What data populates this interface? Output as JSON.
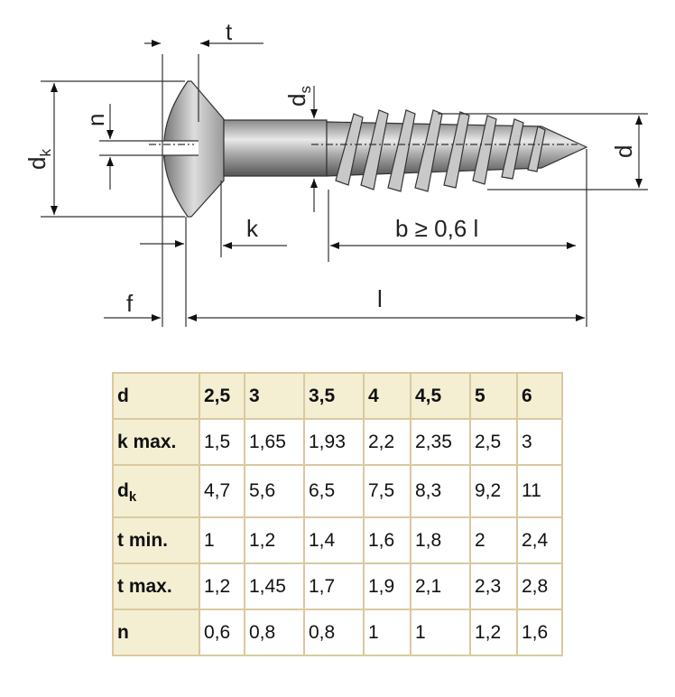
{
  "diagram": {
    "labels": {
      "t": "t",
      "ds_main": "d",
      "ds_sub": "s",
      "n": "n",
      "dk_main": "d",
      "dk_sub": "k",
      "d": "d",
      "k": "k",
      "b": "b ≥ 0,6 l",
      "l": "l",
      "f": "f"
    }
  },
  "table": {
    "header": {
      "label": "d",
      "values": [
        "2,5",
        "3",
        "3,5",
        "4",
        "4,5",
        "5",
        "6"
      ]
    },
    "rows": [
      {
        "label": "k max.",
        "values": [
          "1,5",
          "1,65",
          "1,93",
          "2,2",
          "2,35",
          "2,5",
          "3"
        ]
      },
      {
        "label": "d",
        "label_sub": "k",
        "values": [
          "4,7",
          "5,6",
          "6,5",
          "7,5",
          "8,3",
          "9,2",
          "11"
        ]
      },
      {
        "label": "t min.",
        "values": [
          "1",
          "1,2",
          "1,4",
          "1,6",
          "1,8",
          "2",
          "2,4"
        ]
      },
      {
        "label": "t max.",
        "values": [
          "1,2",
          "1,45",
          "1,7",
          "1,9",
          "2,1",
          "2,3",
          "2,8"
        ]
      },
      {
        "label": "n",
        "values": [
          "0,6",
          "0,8",
          "0,8",
          "1",
          "1",
          "1,2",
          "1,6"
        ]
      }
    ]
  }
}
